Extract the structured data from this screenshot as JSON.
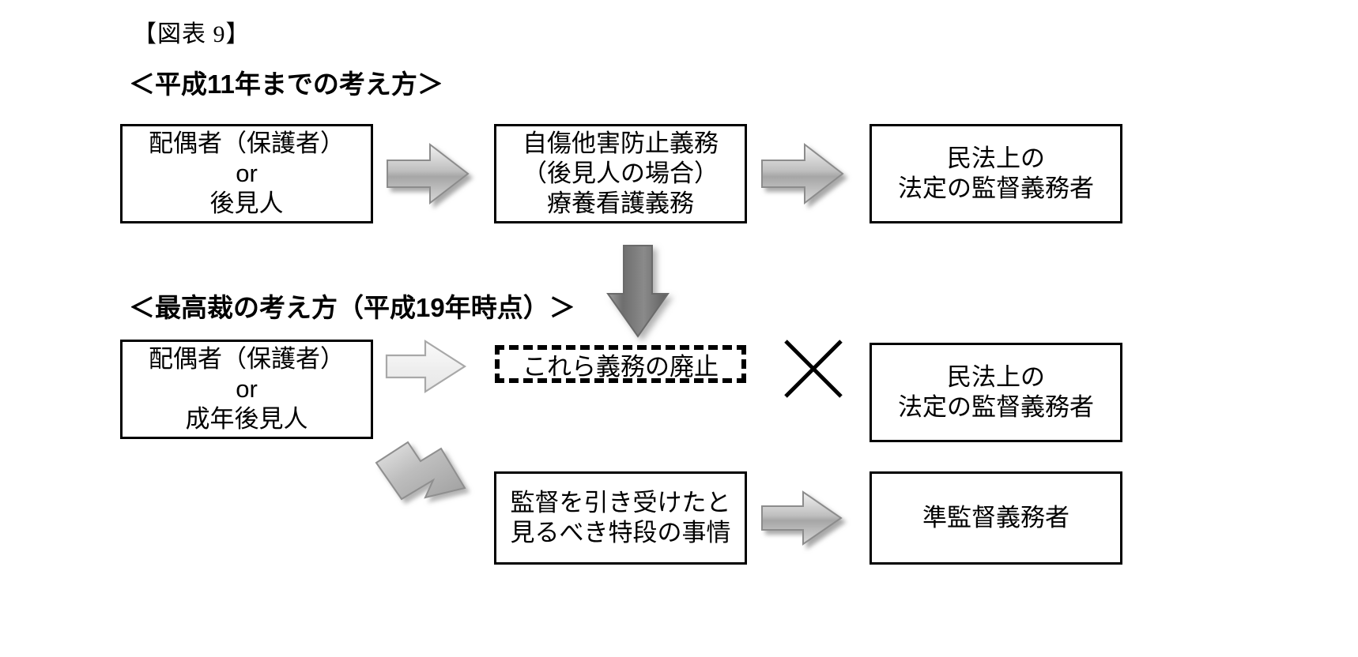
{
  "figure": {
    "label": "【図表 9】"
  },
  "sections": [
    {
      "heading": "＜平成11年までの考え方＞",
      "boxes": {
        "guardian": {
          "lines": [
            "配偶者（保護者）",
            "or",
            "後見人"
          ]
        },
        "duty": {
          "lines": [
            "自傷他害防止義務",
            "（後見人の場合）",
            "療養看護義務"
          ]
        },
        "legal_supervisor": {
          "lines": [
            "民法上の",
            "法定の監督義務者"
          ]
        }
      }
    },
    {
      "heading": "＜最高裁の考え方（平成19年時点）＞",
      "boxes": {
        "guardian": {
          "lines": [
            "配偶者（保護者）",
            "or",
            "成年後見人"
          ]
        },
        "abolish": {
          "lines": [
            "これら義務の廃止"
          ]
        },
        "legal_supervisor": {
          "lines": [
            "民法上の",
            "法定の監督義務者"
          ]
        },
        "special_circumstance": {
          "lines": [
            "監督を引き受けたと",
            "見るべき特段の事情"
          ]
        },
        "quasi_supervisor": {
          "lines": [
            "準監督義務者"
          ]
        }
      }
    }
  ],
  "connectors": {
    "arrow_right_1": "right-block-arrow-icon",
    "arrow_right_2": "right-block-arrow-icon",
    "arrow_down_big": "down-block-arrow-icon",
    "arrow_right_faded": "right-block-arrow-faded-icon",
    "arrow_diagonal": "diagonal-down-right-block-arrow-icon",
    "arrow_right_3": "right-block-arrow-icon",
    "negation": "x-cross-icon"
  },
  "colors": {
    "stroke": "#000000",
    "background": "#ffffff",
    "arrow_light": "#d9d9d9",
    "arrow_mid": "#a6a6a6",
    "arrow_dark": "#7f7f7f",
    "arrow_outline": "#808080",
    "arrow_down_fill": "#808080",
    "arrow_down_dark": "#595959"
  }
}
